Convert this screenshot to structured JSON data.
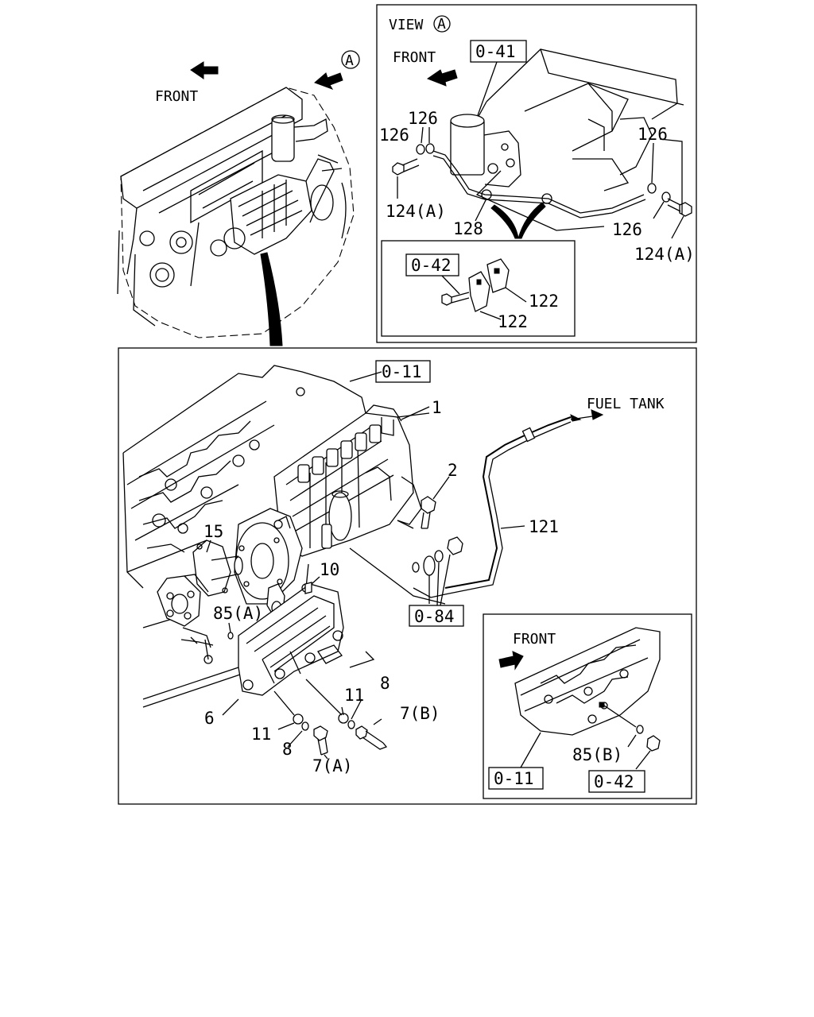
{
  "engine_view": {
    "front_label": "FRONT",
    "view_marker": "A"
  },
  "view_a": {
    "title": "VIEW",
    "marker": "A",
    "front_label": "FRONT",
    "ref_box": "0-41",
    "callouts": [
      "126",
      "126",
      "126",
      "126",
      "124(A)",
      "124(A)",
      "128"
    ],
    "inset": {
      "ref_box": "0-42",
      "callouts": [
        "122",
        "122"
      ]
    }
  },
  "main": {
    "ref_box_top": "0-11",
    "fuel_tank": "FUEL TANK",
    "ref_box_mid": "0-84",
    "callouts": {
      "c1": "1",
      "c2": "2",
      "c121": "121",
      "c15": "15",
      "c10": "10",
      "c85a": "85(A)",
      "c6": "6",
      "c11a": "11",
      "c11b": "11",
      "c8a": "8",
      "c8b": "8",
      "c7a": "7(A)",
      "c7b": "7(B)"
    },
    "inset": {
      "front_label": "FRONT",
      "ref_box_left": "0-11",
      "ref_box_right": "0-42",
      "callout": "85(B)"
    }
  }
}
